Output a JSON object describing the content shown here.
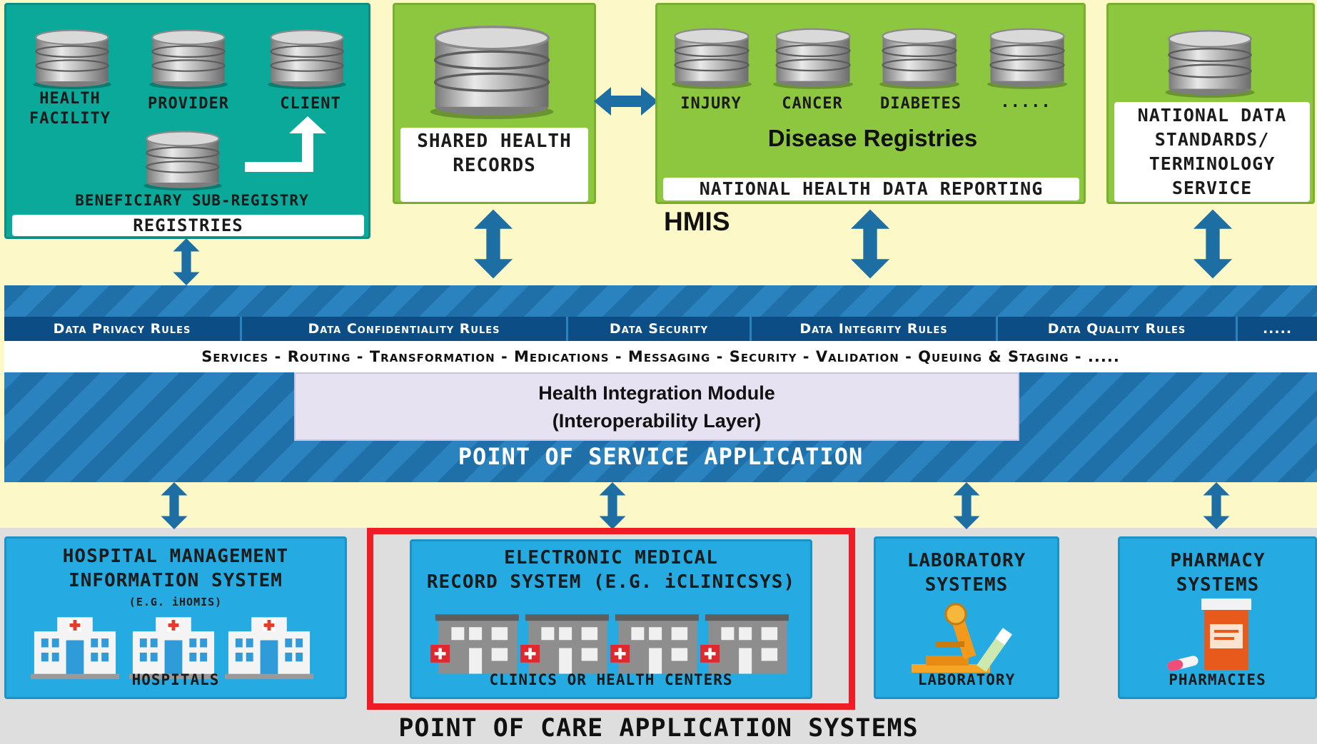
{
  "registries": {
    "health_facility": "HEALTH FACILITY",
    "provider": "PROVIDER",
    "client": "CLIENT",
    "beneficiary": "BENEFICIARY SUB-REGISTRY",
    "footer": "REGISTRIES"
  },
  "shared_health_records": "SHARED HEALTH RECORDS",
  "disease": {
    "injury": "INJURY",
    "cancer": "CANCER",
    "diabetes": "DIABETES",
    "more": ".....",
    "title": "Disease Registries",
    "footer": "NATIONAL HEALTH DATA REPORTING"
  },
  "terminology": "NATIONAL DATA STANDARDS/ TERMINOLOGY SERVICE",
  "hmis": "HMIS",
  "rules": [
    "Data Privacy Rules",
    "Data Confidentiality Rules",
    "Data Security",
    "Data Integrity Rules",
    "Data Quality Rules",
    "....."
  ],
  "services_line": "Services - Routing - Transformation - Medications - Messaging - Security - Validation - Queuing & Staging - .....",
  "him": {
    "line1": "Health Integration Module",
    "line2": "(Interoperability Layer)"
  },
  "posa": "POINT OF SERVICE APPLICATION",
  "hmis_sys": {
    "line1": "HOSPITAL MANAGEMENT",
    "line2": "INFORMATION SYSTEM",
    "sub": "(E.G. iHOMIS)",
    "footer": "HOSPITALS"
  },
  "emr": {
    "line1": "ELECTRONIC MEDICAL",
    "line2": "RECORD SYSTEM (E.G. iCLINICSYS)",
    "footer": "CLINICS OR HEALTH CENTERS"
  },
  "lab": {
    "title": "LABORATORY SYSTEMS",
    "footer": "LABORATORY"
  },
  "pharmacy": {
    "title": "PHARMACY SYSTEMS",
    "footer": "PHARMACIES"
  },
  "poc": "POINT OF CARE APPLICATION SYSTEMS",
  "colors": {
    "teal": "#0ba99a",
    "green": "#8dc63f",
    "blue": "#25aae1",
    "arrow": "#1d6fa3",
    "highlight": "#ee1c24"
  }
}
